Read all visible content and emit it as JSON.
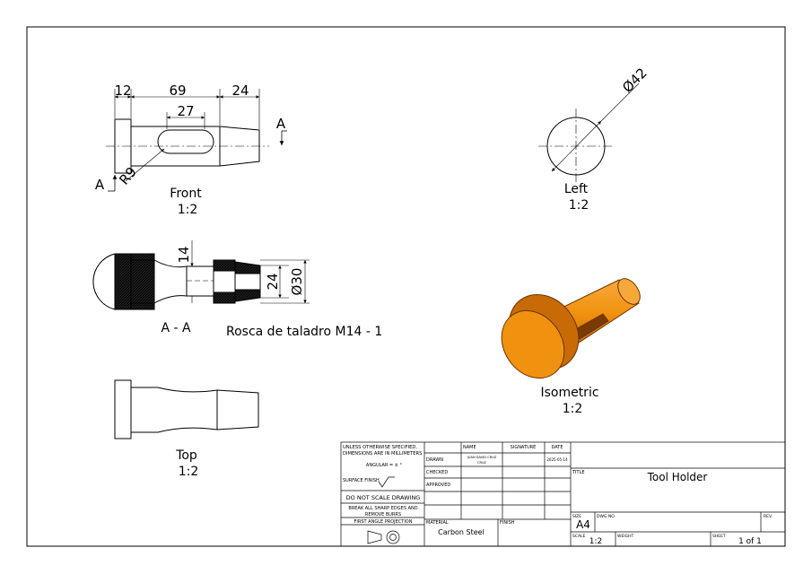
{
  "views": {
    "front": {
      "name": "Front",
      "scale": "1:2"
    },
    "left": {
      "name": "Left",
      "scale": "1:2"
    },
    "section": {
      "name": "A - A"
    },
    "top": {
      "name": "Top",
      "scale": "1:2"
    },
    "iso": {
      "name": "Isometric",
      "scale": "1:2"
    }
  },
  "dimensions": {
    "d12": "12",
    "d69": "69",
    "d24": "24",
    "d27": "27",
    "r9": "R9",
    "sec_a": "A",
    "dia42": "Ø42",
    "d14": "14",
    "d24b": "24",
    "dia30": "Ø30"
  },
  "note": "Rosca de taladro M14 - 1",
  "colors": {
    "iso_fill": "#f0920f",
    "iso_shade": "#c86a05",
    "iso_dark": "#8a4300"
  },
  "title_block": {
    "tolerance_note_1": "UNLESS OTHERWISE SPECIFIED,",
    "tolerance_note_2": "DIMENSIONS ARE IN MILLIMETERS",
    "angular": "ANGULAR = ± °",
    "surface_finish": "SURFACE FINISH",
    "no_scale": "DO NOT SCALE DRAWING",
    "burrs_1": "BREAK ALL SHARP EDGES AND",
    "burrs_2": "REMOVE BURRS",
    "projection": "FIRST ANGLE PROJECTION",
    "col_name": "NAME",
    "col_signature": "SIGNATURE",
    "col_date": "DATE",
    "row_drawn": "DRAWN",
    "row_checked": "CHECKED",
    "row_approved": "APPROVED",
    "drawn_name_1": "JUAN DAVID CRUZ",
    "drawn_name_2": "CRUZ",
    "drawn_date": "2025-05-14",
    "title_label": "TITLE",
    "title": "Tool Holder",
    "material_label": "MATERIAL",
    "material": "Carbon Steel",
    "finish_label": "FINISH",
    "size_label": "SIZE",
    "size": "A4",
    "dwg_label": "DWG NO.",
    "rev_label": "REV.",
    "scale_label": "SCALE",
    "scale": "1:2",
    "weight_label": "WEIGHT",
    "sheet_label": "SHEET",
    "sheet": "1 of 1"
  }
}
